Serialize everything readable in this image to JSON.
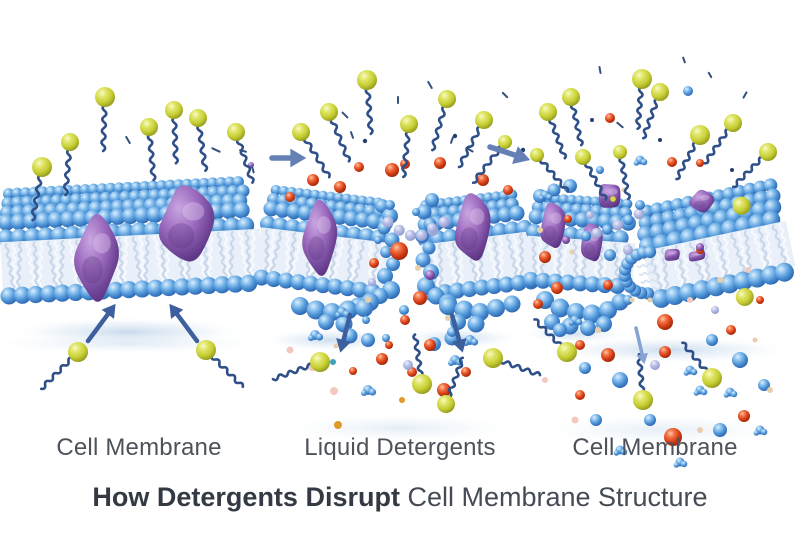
{
  "figure": {
    "title": {
      "bold": "How Detergents Disrupt",
      "regular": " Cell Membrane Structure"
    },
    "panels": [
      {
        "id": "stage-1-intact",
        "caption": "Cell Membrane"
      },
      {
        "id": "stage-2-disrupting",
        "caption": "Liquid Detergents"
      },
      {
        "id": "stage-3-dissolved",
        "caption": "Cell Membrane"
      }
    ]
  },
  "colors": {
    "background": "#ffffff",
    "lipid_blue": "#4e94d6",
    "lipid_blue_light": "#dbeefc",
    "lipid_blue_dark": "#2a62ae",
    "lipid_tail_light": "#f6fafe",
    "lipid_tail_shade": "#c9d7ea",
    "tail_band": "#e9f0f9",
    "protein_purple": "#9d6cc0",
    "protein_purple_dark": "#5a3180",
    "detergent_yellow": "#c6cd32",
    "detergent_tail_navy": "#2e4f88",
    "dirt_red": "#d84018",
    "lavender": "#bcc3e8",
    "beige": "#e7cfab",
    "pink": "#f1c9bf",
    "teal": "#3fa3b5",
    "orange_dot": "#e09a28",
    "speck_navy": "#24406e",
    "arrow_slate": "#6480b4",
    "arrow_navy": "#3d5f9e",
    "arrow_light": "#84a2d2",
    "shadow_blue": "#9bbcdd",
    "caption_text": "#4d525b",
    "title_text": "#3b414b"
  }
}
